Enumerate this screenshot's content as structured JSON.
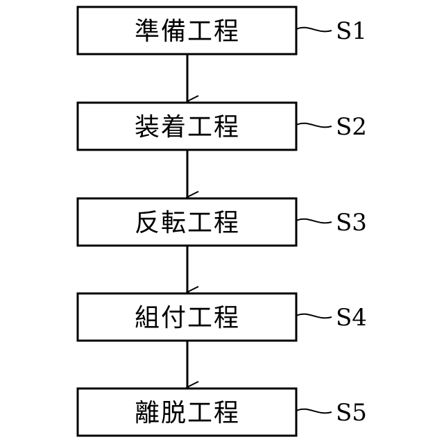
{
  "flowchart": {
    "steps": [
      {
        "text": "準備工程",
        "label": "S1"
      },
      {
        "text": "装着工程",
        "label": "S2"
      },
      {
        "text": "反転工程",
        "label": "S3"
      },
      {
        "text": "組付工程",
        "label": "S4"
      },
      {
        "text": "離脱工程",
        "label": "S5"
      }
    ]
  },
  "colors": {
    "stroke": "#000000",
    "background": "#ffffff"
  }
}
